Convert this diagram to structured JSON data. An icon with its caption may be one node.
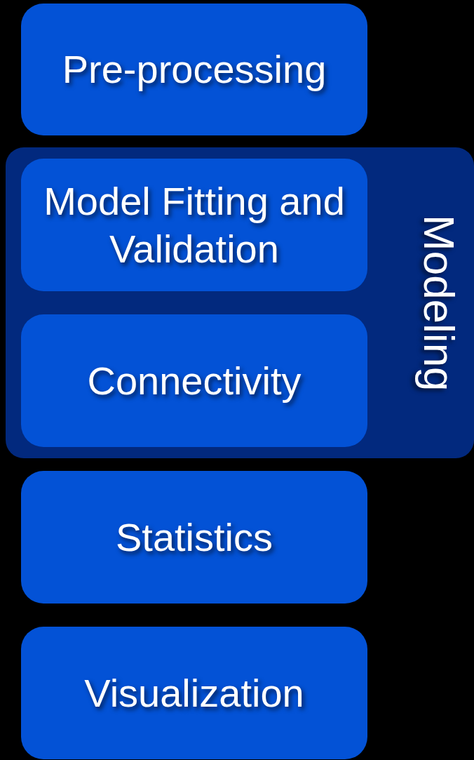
{
  "diagram": {
    "nodes": [
      {
        "text": [
          "Pre-processing"
        ]
      },
      {
        "text": [
          "Modeling"
        ]
      },
      {
        "text": [
          "Model Fitting and Validation"
        ],
        "in": 1
      },
      {
        "text": [
          "Connectivity"
        ],
        "in": 1
      },
      {
        "text": [
          "Statistics"
        ]
      },
      {
        "text": [
          "Visualization"
        ]
      }
    ]
  }
}
